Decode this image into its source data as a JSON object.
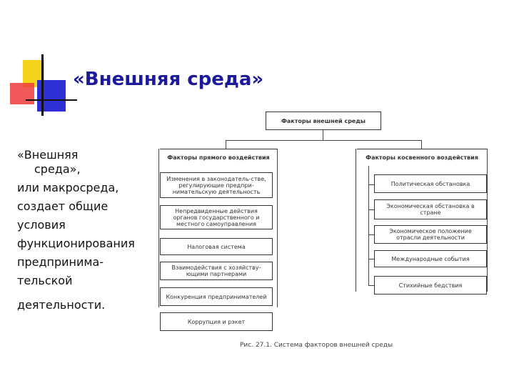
{
  "slide": {
    "title": "«Внешняя среда»",
    "left_text": {
      "line1": "«Внешняя",
      "line2": "среда»,",
      "line3": "или макросреда,",
      "line4": "создает общие",
      "line5": "условия",
      "line6": "функционирования",
      "line7": "предпринима-",
      "line8": "тельской",
      "line9": "деятельности."
    }
  },
  "diagram": {
    "root": "Факторы внешней среды",
    "direct": {
      "header": "Факторы прямого воздействия",
      "items": [
        "Изменения в законодатель-стве, регулирующие предпри-нимательскую деятельность",
        "Непредвиденные действия органов государственного и местного самоуправления",
        "Налоговая система",
        "Взаимодействия с хозяйству-ющими партнерами",
        "Конкуренция предпринимателей",
        "Коррупция и рэкет"
      ]
    },
    "indirect": {
      "header": "Факторы косвенного воздействия",
      "items": [
        "Политическая обстановка",
        "Экономическая обстановка в стране",
        "Экономическое положение отрасли деятельности",
        "Международные события",
        "Стихийные бедствия"
      ]
    },
    "caption": "Рис. 27.1. Система факторов внешней среды"
  }
}
